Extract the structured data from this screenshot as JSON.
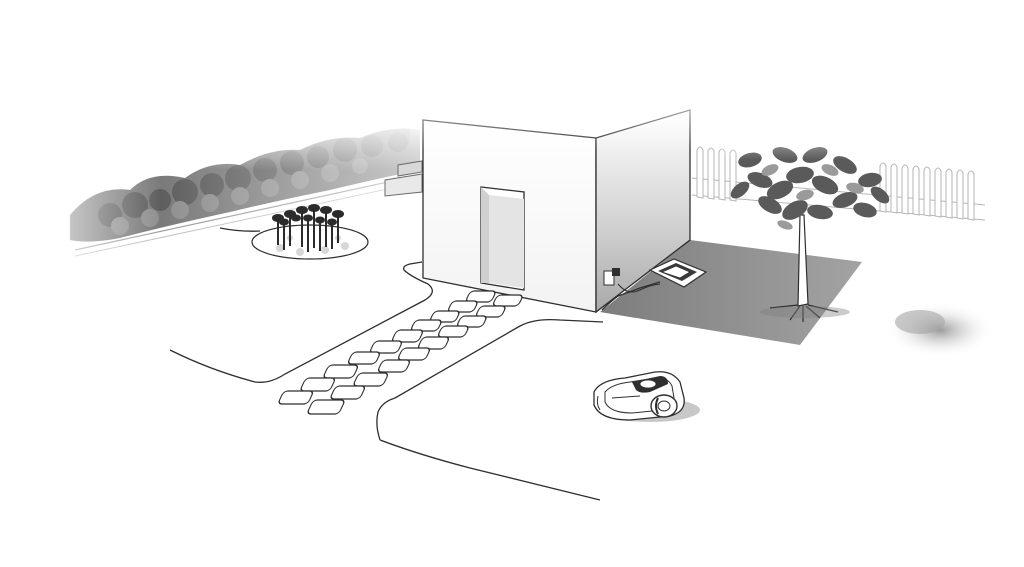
{
  "scene": {
    "background": "#ffffff",
    "line_color": "#2f2f2f",
    "shadow_color": "#8f8f8f",
    "hedge_color": "#6f6f6f",
    "items": [
      {
        "name": "hedge-row"
      },
      {
        "name": "fence"
      },
      {
        "name": "house"
      },
      {
        "name": "doorway"
      },
      {
        "name": "stepping-stones",
        "count": 20
      },
      {
        "name": "tulip-flower-bed"
      },
      {
        "name": "tree"
      },
      {
        "name": "charging-station"
      },
      {
        "name": "robotic-mower"
      },
      {
        "name": "boundary-wire"
      }
    ]
  }
}
